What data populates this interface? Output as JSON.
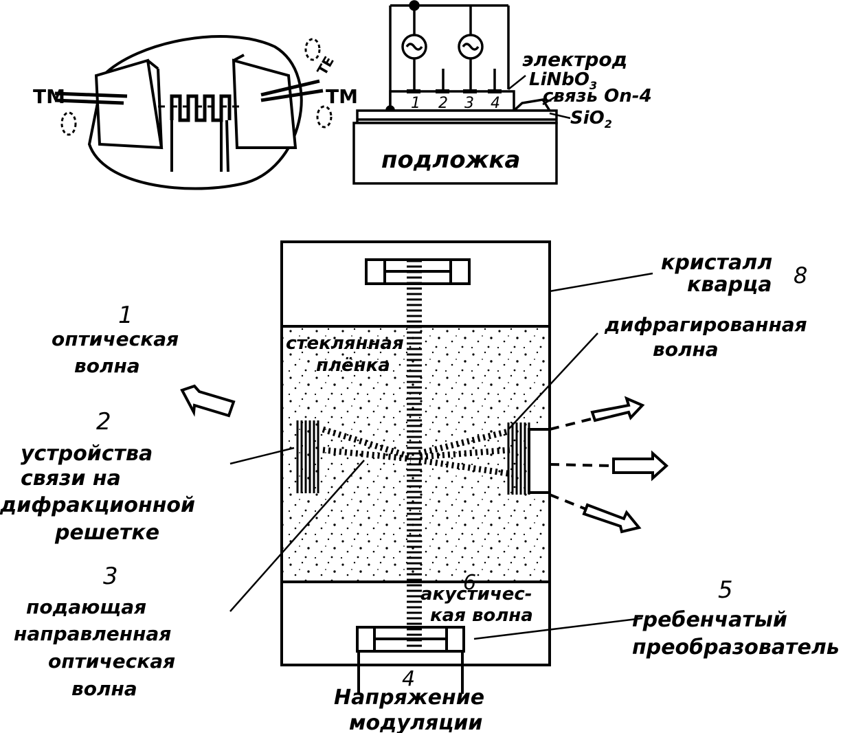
{
  "top_left": {
    "tm_left": "ТМ",
    "tm_right": "ТМ",
    "te": "ТЕ"
  },
  "top_right": {
    "electrode": "электрод",
    "linbo": "LiNbO",
    "linbo_sub": "3",
    "coupling": "связь On-4",
    "sio": "SiO",
    "sio_sub": "2",
    "substrate": "подложка",
    "electrode_numbers": [
      "1",
      "2",
      "3",
      "4"
    ]
  },
  "main": {
    "crystal": [
      "кристалл",
      "кварца"
    ],
    "n8": "8",
    "glass_film": [
      "стеклянная",
      "плёнка"
    ],
    "diffracted": [
      "дифрагированная",
      "волна"
    ],
    "n1": "1",
    "optical_wave": [
      "оптическая",
      "волна"
    ],
    "n2": "2",
    "grating_coupler": [
      "устройства",
      "связи на",
      "дифракционной",
      "решетке"
    ],
    "n3": "3",
    "incident": [
      "подающая",
      "направленная",
      "оптическая",
      "волна"
    ],
    "n6": "6",
    "acoustic": [
      "акустичес-",
      "кая волна"
    ],
    "n5": "5",
    "transducer": [
      "гребенчатый",
      "преобразователь"
    ],
    "n4": "4",
    "voltage": [
      "Напряжение",
      "модуляции"
    ]
  }
}
